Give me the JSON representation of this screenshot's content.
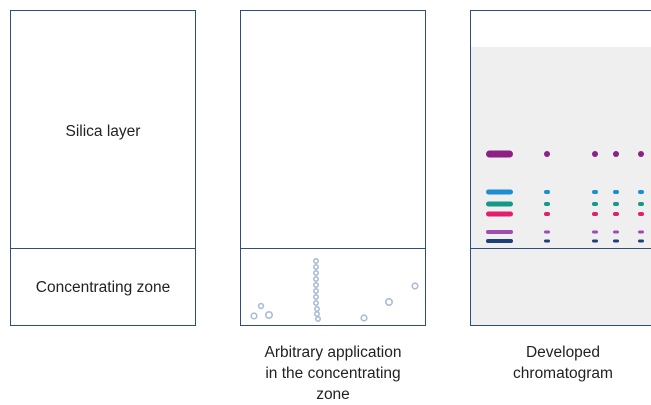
{
  "plates": [
    {
      "silica_label": "Silica layer",
      "zone_label": "Concentrating zone"
    },
    {
      "caption_lines": [
        "Arbitrary application",
        "in the concentrating",
        "zone"
      ]
    },
    {
      "caption_lines": [
        "Developed",
        "chromatogram"
      ]
    }
  ],
  "colors": {
    "frame": "#2c4f7c",
    "purple": "#8e1f84",
    "blue": "#1e8ed0",
    "teal": "#169a88",
    "pink": "#e0206a",
    "violet": "#a04bb0",
    "navy": "#1f3f7a",
    "sample_dot": "#a9bcd9",
    "developed_background": "#efefef"
  },
  "band_colors_top_to_bottom": [
    "purple",
    "blue",
    "teal",
    "pink",
    "violet",
    "navy"
  ]
}
